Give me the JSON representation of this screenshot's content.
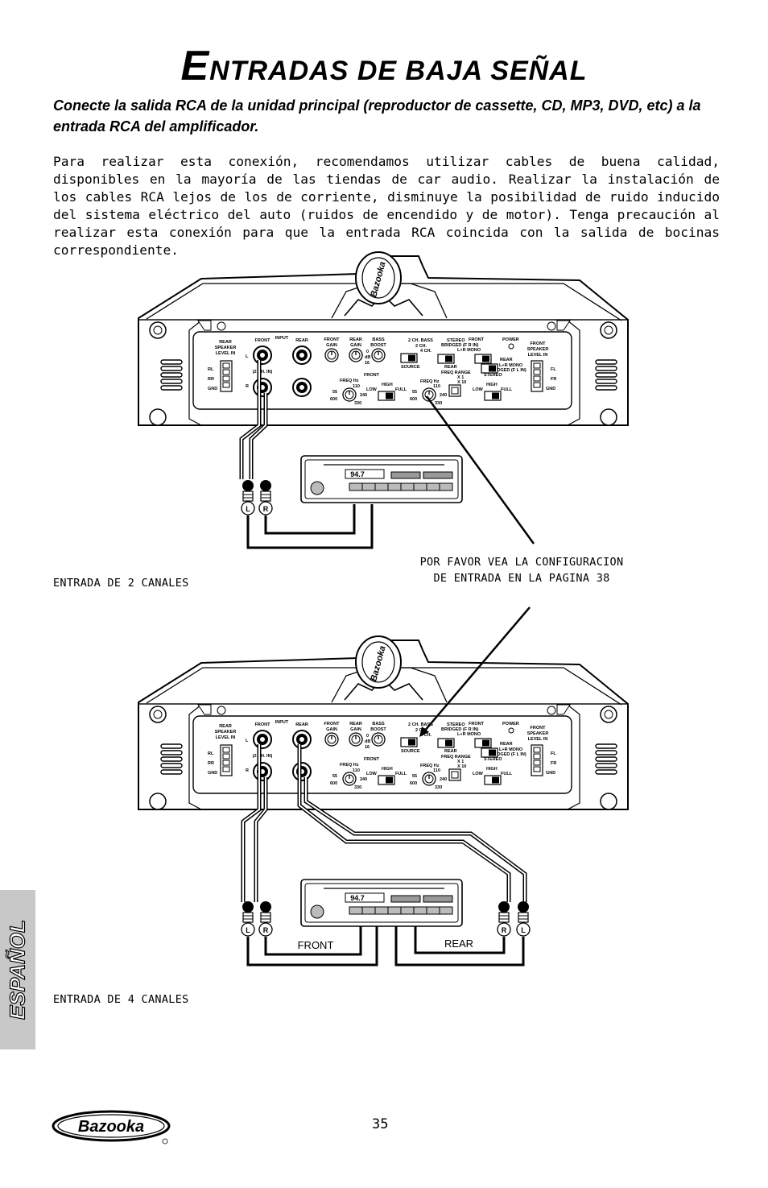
{
  "page": {
    "title_first_letter": "E",
    "title_rest": "NTRADAS DE BAJA SEÑAL",
    "lead": "Conecte la salida RCA de la unidad principal (reproductor de cassette, CD, MP3, DVD, etc) a la entrada RCA del amplificador.",
    "body": "Para realizar esta conexión, recomendamos utilizar cables de buena calidad, disponibles en la mayoría de las tiendas de car audio. Realizar la instalación de los cables RCA lejos de los de corriente, disminuye la posibilidad de ruido inducido del sistema eléctrico del auto (ruidos de encendido y de motor).  Tenga precaución al realizar esta conexión para que la entrada RCA coincida con la salida de bocinas correspondiente.",
    "caption_2ch": "ENTRADA DE 2 CANALES",
    "caption_4ch": "ENTRADA DE 4 CANALES",
    "note_line1": "POR FAVOR VEA LA CONFIGURACION",
    "note_line2": "DE ENTRADA EN LA PAGINA 38",
    "side_tab": "ESPAÑOL",
    "page_number": "35",
    "brand": "Bazooka"
  },
  "amp": {
    "rear_speaker": [
      "REAR",
      "SPEAKER",
      "LEVEL IN"
    ],
    "rl": "RL",
    "rr": "RR",
    "gnd": "GND",
    "front": "FRONT",
    "input": "INPUT",
    "rear": "REAR",
    "l": "L",
    "r": "R",
    "two_ch_in": "(2 CH. IN)",
    "front_gain": [
      "FRONT",
      "GAIN"
    ],
    "rear_gain": [
      "REAR",
      "GAIN"
    ],
    "bass_boost": [
      "BASS",
      "BOOST"
    ],
    "db_0": "0",
    "db": "dB",
    "db_16": "16",
    "ch_bass": "2 CH. BASS",
    "two_ch": "2 CH.",
    "four_ch": "4 CH.",
    "source": "SOURCE",
    "freq_hz": "FREQ Hz",
    "f110": "110",
    "f55": "55",
    "f240": "240",
    "f600": "600",
    "f330": "330",
    "front_lbl": "FRONT",
    "high": "HIGH",
    "low": "LOW",
    "full": "FULL",
    "stereo": "STEREO",
    "front_top": "FRONT",
    "bridged_fr": "BRIDGED (F R IN)",
    "lr_mono": "L+R MONO",
    "rear_lbl": "REAR",
    "freq_range": "FREQ RANGE",
    "x1": "X 1",
    "x10": "X 10",
    "power": "POWER",
    "rear_mid": "REAR",
    "lr_mono2": "L+R MONO",
    "bridged_fl": "BRIDGED (F L IN)",
    "stereo2": "STEREO",
    "front_speaker": [
      "FRONT",
      "SPEAKER",
      "LEVEL IN"
    ],
    "fl": "FL",
    "fr": "FR",
    "gnd2": "GND"
  },
  "head_unit": {
    "display": "94.7",
    "front_label": "FRONT",
    "rear_label": "REAR",
    "plug_l": "L",
    "plug_r": "R"
  }
}
